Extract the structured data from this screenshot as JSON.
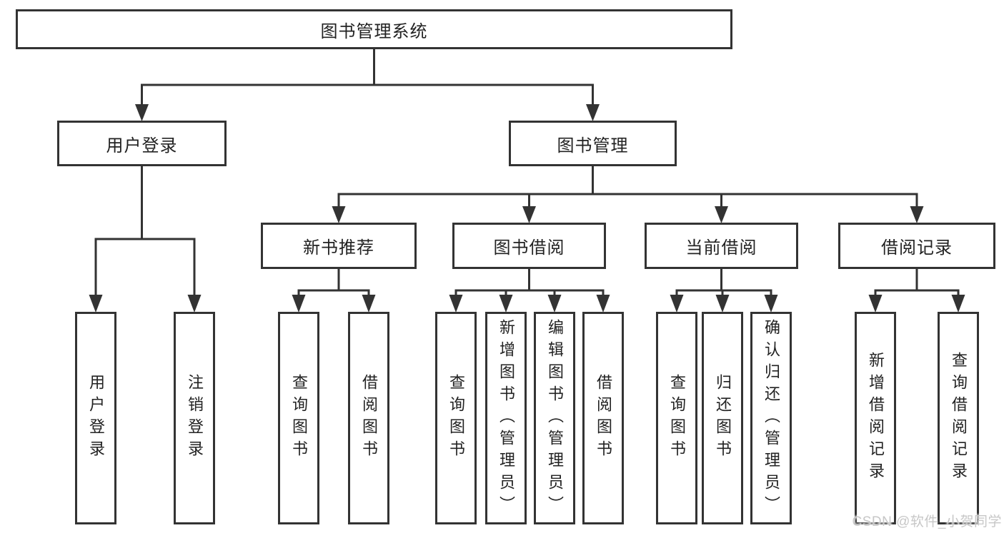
{
  "diagram": {
    "root": "图书管理系统",
    "branches": [
      {
        "label": "用户登录",
        "children": [
          {
            "label": "用户登录"
          },
          {
            "label": "注销登录"
          }
        ]
      },
      {
        "label": "图书管理",
        "children": [
          {
            "label": "新书推荐",
            "children": [
              {
                "label": "查询图书"
              },
              {
                "label": "借阅图书"
              }
            ]
          },
          {
            "label": "图书借阅",
            "children": [
              {
                "label": "查询图书"
              },
              {
                "label": "新增图书（管理员）"
              },
              {
                "label": "编辑图书（管理员）"
              },
              {
                "label": "借阅图书"
              }
            ]
          },
          {
            "label": "当前借阅",
            "children": [
              {
                "label": "查询图书"
              },
              {
                "label": "归还图书"
              },
              {
                "label": "确认归还（管理员）"
              }
            ]
          },
          {
            "label": "借阅记录",
            "children": [
              {
                "label": "新增借阅记录"
              },
              {
                "label": "查询借阅记录"
              }
            ]
          }
        ]
      }
    ]
  },
  "watermark": "CSDN @软件_小贺同学",
  "colors": {
    "line": "#333333",
    "text": "#222222",
    "background": "#ffffff",
    "watermark": "#c7c7c7"
  }
}
